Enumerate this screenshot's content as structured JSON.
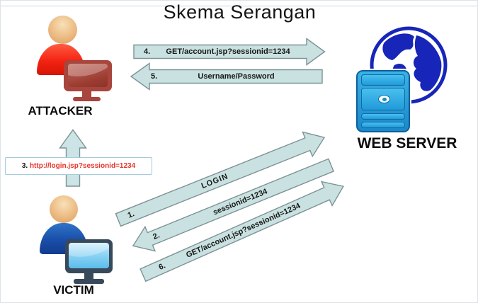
{
  "slide": {
    "title": "Skema Serangan"
  },
  "actors": {
    "attacker": {
      "label": "ATTACKER",
      "icon": "person-with-red-monitor",
      "accent": "#e02414"
    },
    "victim": {
      "label": "VICTIM",
      "icon": "person-with-blue-monitor",
      "accent": "#1a4ea8"
    },
    "web_server": {
      "label": "WEB SERVER",
      "icon": "globe-server-tower",
      "accent": "#1726b8"
    }
  },
  "messages": [
    {
      "num": "1.",
      "text": "LOGIN",
      "from": "victim",
      "to": "web_server",
      "style": "block-arrow"
    },
    {
      "num": "2.",
      "text": "sessionid=1234",
      "from": "web_server",
      "to": "victim",
      "style": "block-arrow"
    },
    {
      "num": "3.",
      "text": "http://login.jsp?sessionid=1234",
      "from": "victim",
      "to": "attacker",
      "style": "label-box-on-arrow",
      "text_color": "#e8332a"
    },
    {
      "num": "4.",
      "text": "GET/account.jsp?sessionid=1234",
      "from": "attacker",
      "to": "web_server",
      "style": "block-arrow"
    },
    {
      "num": "5.",
      "text": "Username/Password",
      "from": "web_server",
      "to": "attacker",
      "style": "block-arrow"
    },
    {
      "num": "6.",
      "text": "GET/account.jsp?sessionid=1234",
      "from": "victim",
      "to": "web_server",
      "style": "block-arrow"
    }
  ],
  "colors": {
    "arrow_fill": "#c9e2e1",
    "arrow_stroke": "#7d9296",
    "url_text": "#e8332a",
    "globe_blue": "#1726b8",
    "server_blue": "#1b88c8"
  }
}
